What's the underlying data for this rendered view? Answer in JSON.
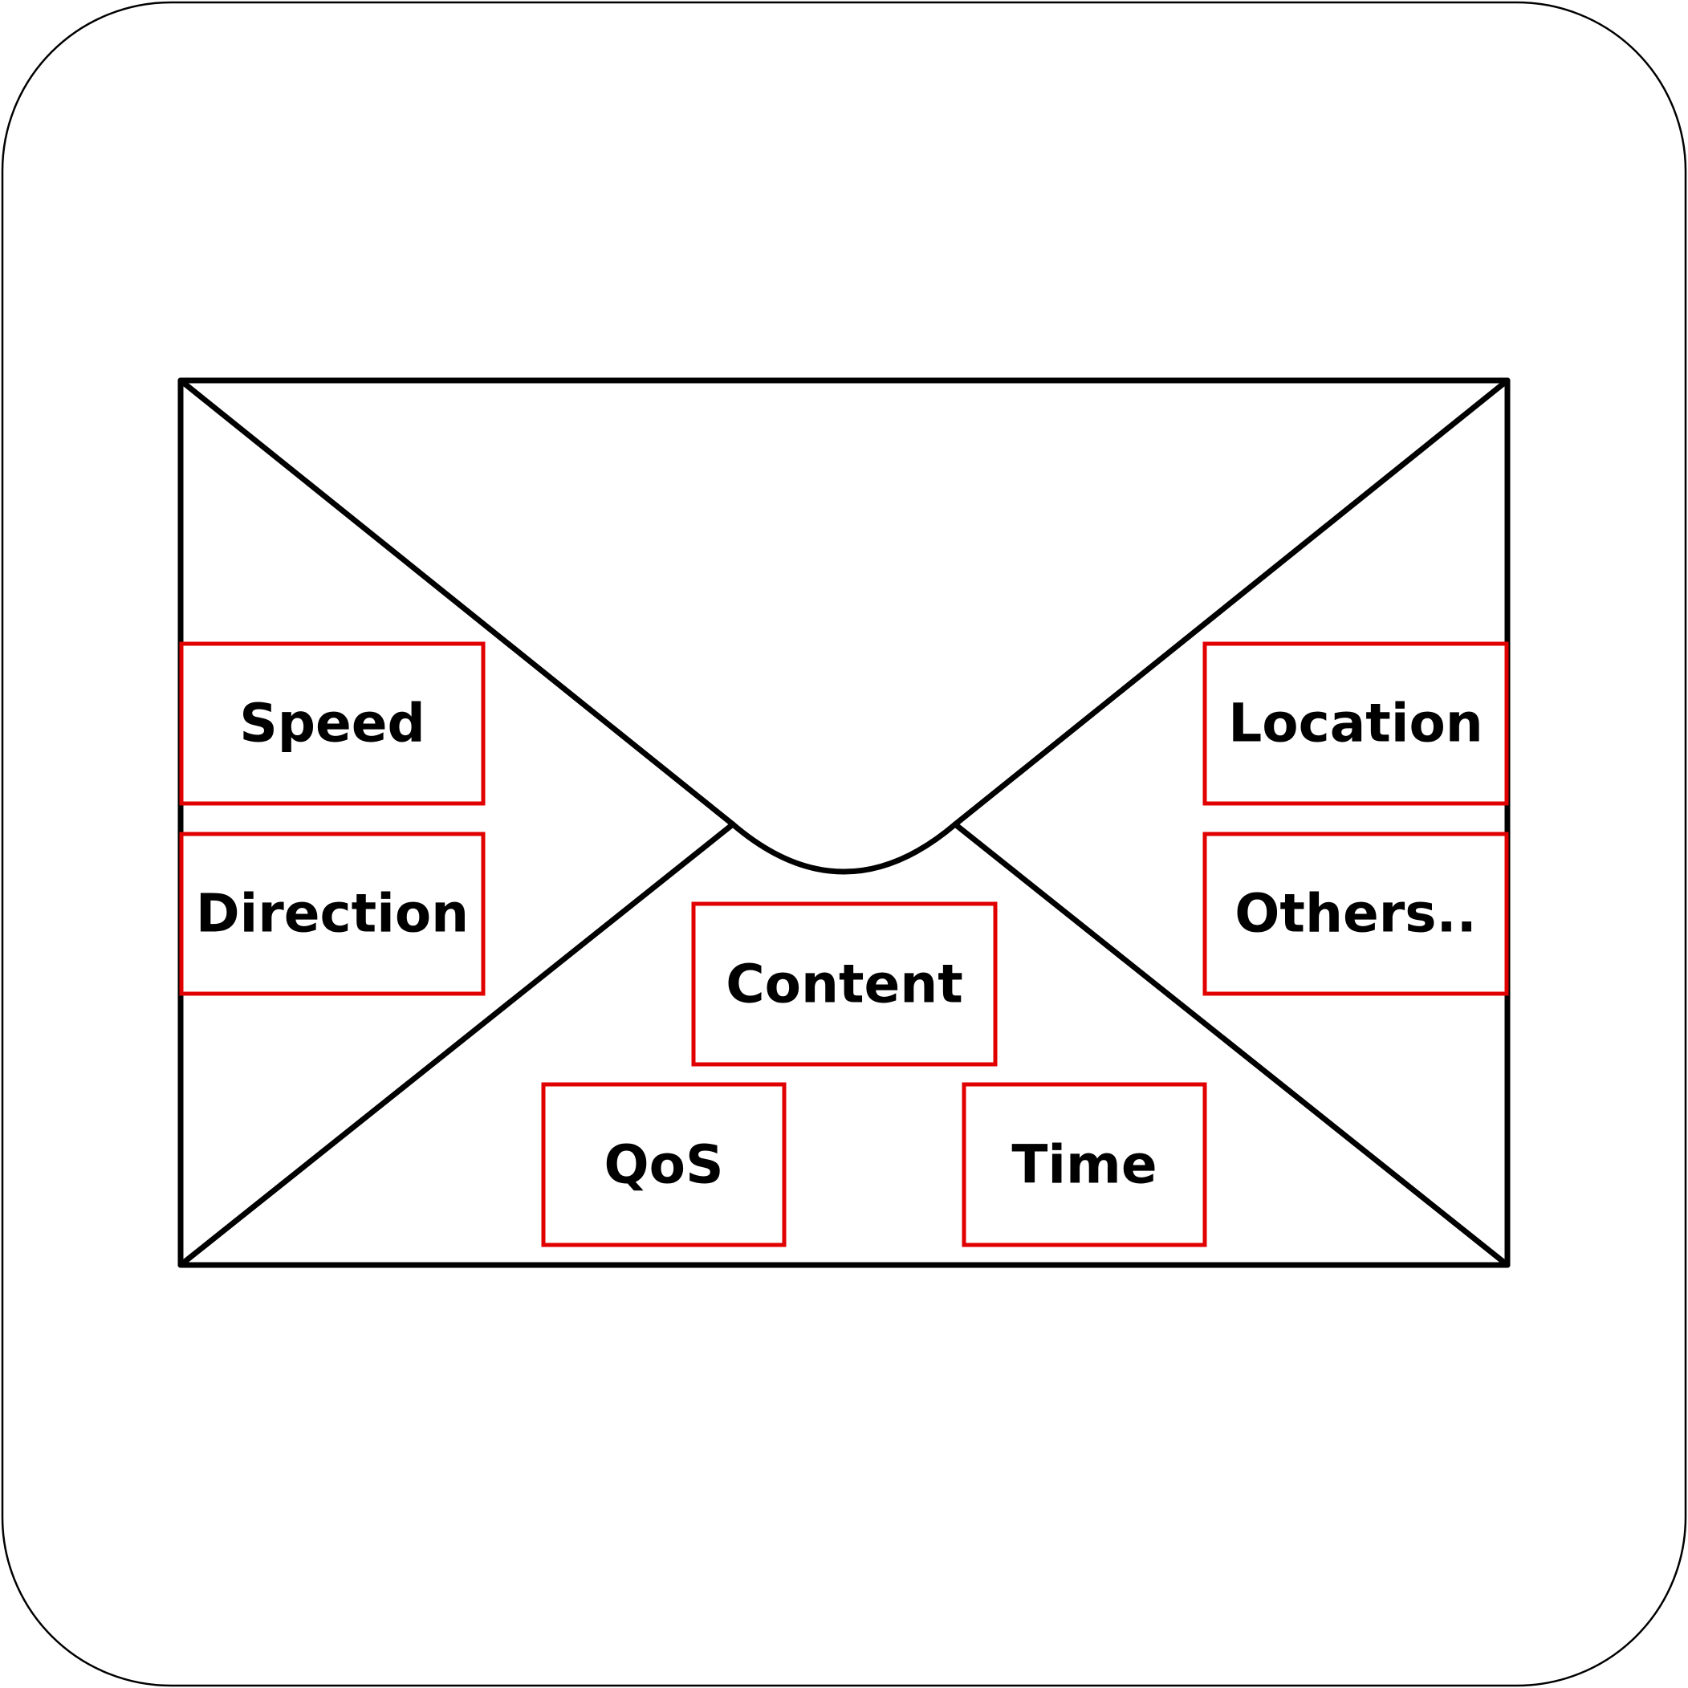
{
  "colors": {
    "background": "#ffffff",
    "frame": "#000000",
    "envelope_stroke": "#000000",
    "field_border": "#e10000",
    "text": "#000000"
  },
  "fields": {
    "speed": "Speed",
    "direction": "Direction",
    "location": "Location",
    "others": "Others..",
    "content": "Content",
    "qos": "QoS",
    "time": "Time"
  }
}
